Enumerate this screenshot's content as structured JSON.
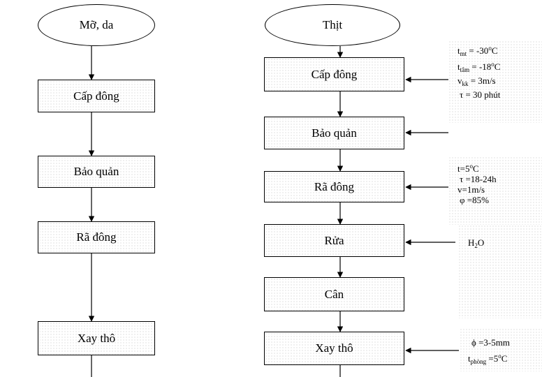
{
  "left": {
    "start": "Mỡ, da",
    "steps": [
      "Cấp đông",
      "Bảo quản",
      "Rã đông",
      "Xay thô"
    ]
  },
  "right": {
    "start": "Thịt",
    "steps": [
      "Cấp đông",
      "Bảo quản",
      "Rã đông",
      "Rửa",
      "Cân",
      "Xay thô"
    ]
  },
  "notes": {
    "freeze": {
      "t_mt_sub": "mt",
      "t_mt_value": " = -30",
      "t_mt_unit": "C",
      "t_tam_sub": "tâm",
      "t_tam_value": " = -18",
      "t_tam_unit": "C",
      "v_kk_sub": "kk",
      "v_kk_value": " = 3m/s",
      "tau": "τ = 30 phút"
    },
    "thaw": {
      "t": "t=5",
      "t_unit": "C",
      "tau": "τ =18-24h",
      "v": "v=1m/s",
      "phi": "φ =85%"
    },
    "wash": {
      "h": "H",
      "sub": "2",
      "o": "O"
    },
    "grind": {
      "phi": "ϕ =3-5mm",
      "t_sub": "phòng",
      "t_value": " =5",
      "t_unit": "C"
    }
  }
}
